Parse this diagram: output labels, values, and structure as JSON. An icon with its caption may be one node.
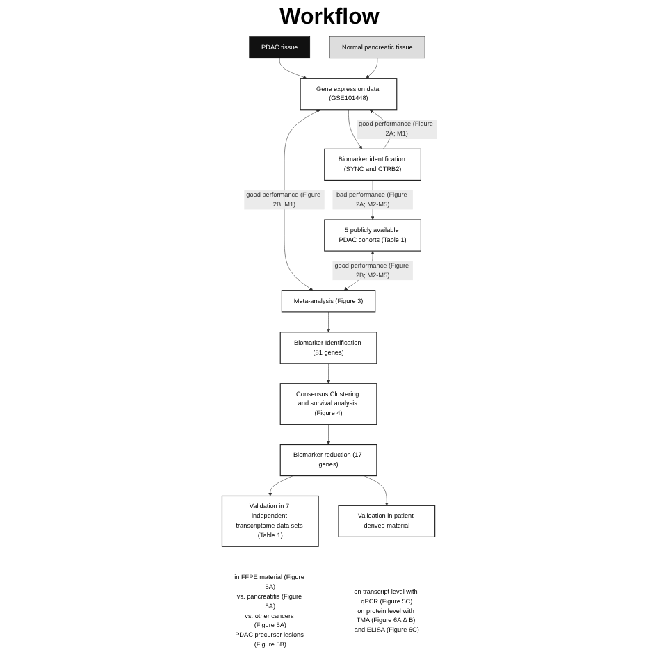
{
  "diagram": {
    "title": "Workflow",
    "nodes": [
      {
        "text": [
          "PDAC tissue"
        ]
      },
      {
        "text": [
          "Normal pancreatic tissue"
        ]
      },
      {
        "text": [
          "Gene expression data (GSE101448)"
        ]
      },
      {
        "text": [
          "Biomarker identification (SYNC and CTRB2)"
        ]
      },
      {
        "text": [
          "5 publicly available PDAC cohorts (Table 1)"
        ]
      },
      {
        "text": [
          "Meta-analysis (Figure 3)"
        ]
      },
      {
        "text": [
          "Biomarker Identification (81 genes)"
        ]
      },
      {
        "text": [
          "Consensus Clustering and survival analysis (Figure 4)"
        ]
      },
      {
        "text": [
          "Biomarker reduction (17 genes)"
        ]
      },
      {
        "text": [
          "Validation in 7 independent transcriptome data sets (Table 1)"
        ],
        "beside": [
          "in FFPE material (Figure 5A)",
          "vs. pancreatitis (Figure 5A)",
          "vs. other cancers (Figure 5A)",
          "PDAC precursor lesions (Figure 5B)"
        ]
      },
      {
        "text": [
          "Validation in patient-derived material"
        ],
        "beside": [
          "on transcript level with qPCR (Figure 5C)",
          "on protein level with TMA (Figure 6A & B) and ELISA (Figure 6C)"
        ]
      }
    ],
    "edges": [
      {
        "from": 0,
        "to": 2,
        "arrow": "to"
      },
      {
        "from": 1,
        "to": 2,
        "arrow": "to"
      },
      {
        "from": 2,
        "to": 3,
        "arrow": "to"
      },
      {
        "from": 3,
        "to": 2,
        "arrow": "to",
        "label": "good performance (Figure 2A; M1)"
      },
      {
        "from": 3,
        "to": 4,
        "arrow": "to",
        "label": "bad performance (Figure 2A; M2-M5)"
      },
      {
        "from": 2,
        "to": 5,
        "arrow": "both",
        "label": "good performance (Figure 2B; M1)"
      },
      {
        "from": 4,
        "to": 5,
        "arrow": "both",
        "label": "good performance (Figure 2B; M2-M5)"
      },
      {
        "from": 5,
        "to": 6,
        "arrow": "to"
      },
      {
        "from": 6,
        "to": 7,
        "arrow": "to"
      },
      {
        "from": 7,
        "to": 8,
        "arrow": "to"
      },
      {
        "from": 8,
        "to": 9,
        "arrow": "to"
      },
      {
        "from": 8,
        "to": 10,
        "arrow": "to"
      }
    ]
  }
}
